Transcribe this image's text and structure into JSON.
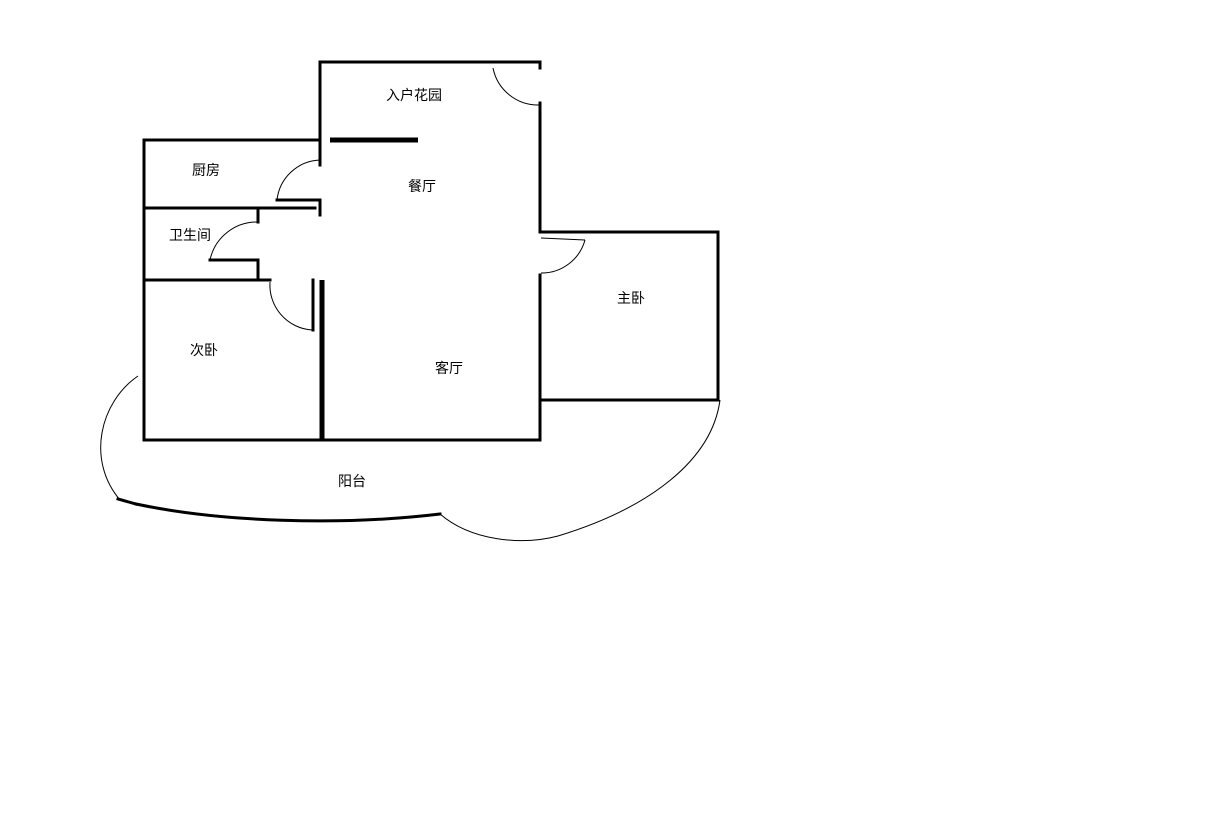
{
  "rooms": {
    "entry_garden": "入户花园",
    "kitchen": "厨房",
    "dining": "餐厅",
    "bathroom": "卫生间",
    "master_bedroom": "主卧",
    "second_bedroom": "次卧",
    "living_room": "客厅",
    "balcony": "阳台"
  }
}
